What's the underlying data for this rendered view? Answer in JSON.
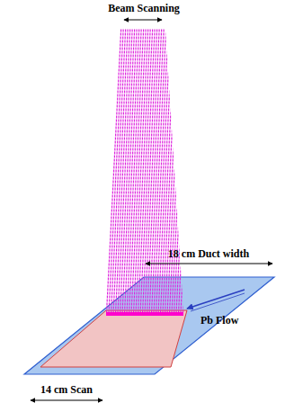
{
  "diagram": {
    "labels": [
      "Beam Scanning",
      "18 cm Duct width",
      "Pb Flow",
      "14 cm Scan"
    ]
  }
}
